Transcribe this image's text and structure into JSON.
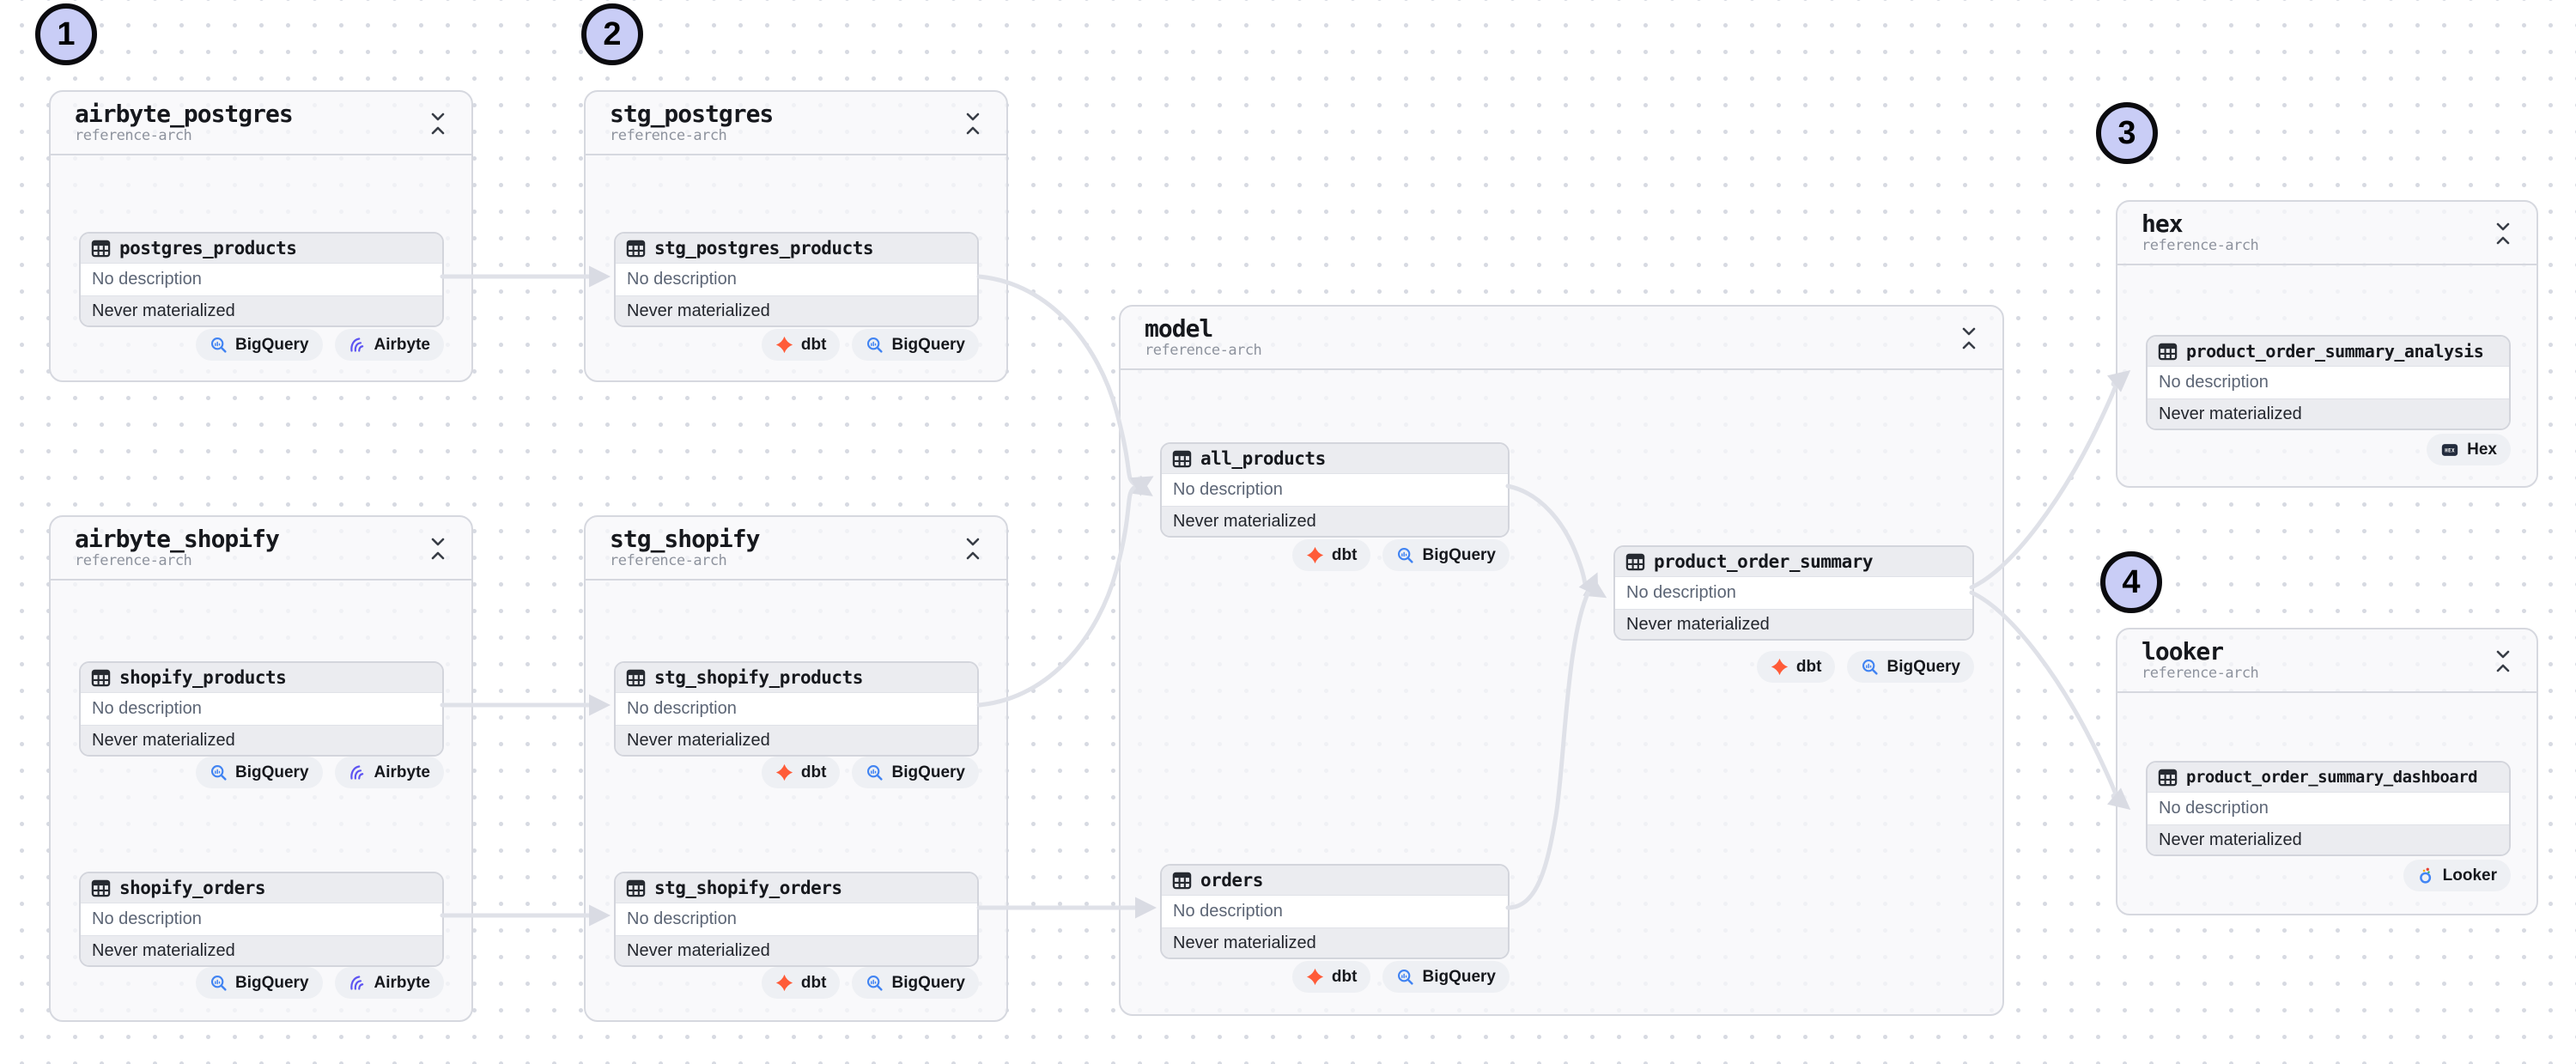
{
  "annotations": {
    "markers": [
      {
        "label": "1"
      },
      {
        "label": "2"
      },
      {
        "label": "3"
      },
      {
        "label": "4"
      }
    ]
  },
  "colors": {
    "marker_fill": "#c9cdf6",
    "edge": "#dfe1e8",
    "dbt_orange": "#ff5b38",
    "bigquery_blue": "#4083f2",
    "airbyte_purple": "#5d54f2",
    "hex_dark": "#232c3d",
    "looker_blue": "#4285f4"
  },
  "groups": [
    {
      "title": "airbyte_postgres",
      "subtitle": "reference-arch",
      "assets": [
        {
          "name": "postgres_products",
          "description": "No description",
          "status": "Never materialized",
          "badges": [
            {
              "label": "BigQuery"
            },
            {
              "label": "Airbyte"
            }
          ]
        }
      ]
    },
    {
      "title": "stg_postgres",
      "subtitle": "reference-arch",
      "assets": [
        {
          "name": "stg_postgres_products",
          "description": "No description",
          "status": "Never materialized",
          "badges": [
            {
              "label": "dbt"
            },
            {
              "label": "BigQuery"
            }
          ]
        }
      ]
    },
    {
      "title": "airbyte_shopify",
      "subtitle": "reference-arch",
      "assets": [
        {
          "name": "shopify_products",
          "description": "No description",
          "status": "Never materialized",
          "badges": [
            {
              "label": "BigQuery"
            },
            {
              "label": "Airbyte"
            }
          ]
        },
        {
          "name": "shopify_orders",
          "description": "No description",
          "status": "Never materialized",
          "badges": [
            {
              "label": "BigQuery"
            },
            {
              "label": "Airbyte"
            }
          ]
        }
      ]
    },
    {
      "title": "stg_shopify",
      "subtitle": "reference-arch",
      "assets": [
        {
          "name": "stg_shopify_products",
          "description": "No description",
          "status": "Never materialized",
          "badges": [
            {
              "label": "dbt"
            },
            {
              "label": "BigQuery"
            }
          ]
        },
        {
          "name": "stg_shopify_orders",
          "description": "No description",
          "status": "Never materialized",
          "badges": [
            {
              "label": "dbt"
            },
            {
              "label": "BigQuery"
            }
          ]
        }
      ]
    },
    {
      "title": "model",
      "subtitle": "reference-arch",
      "assets": [
        {
          "name": "all_products",
          "description": "No description",
          "status": "Never materialized",
          "badges": [
            {
              "label": "dbt"
            },
            {
              "label": "BigQuery"
            }
          ]
        },
        {
          "name": "product_order_summary",
          "description": "No description",
          "status": "Never materialized",
          "badges": [
            {
              "label": "dbt"
            },
            {
              "label": "BigQuery"
            }
          ]
        },
        {
          "name": "orders",
          "description": "No description",
          "status": "Never materialized",
          "badges": [
            {
              "label": "dbt"
            },
            {
              "label": "BigQuery"
            }
          ]
        }
      ]
    },
    {
      "title": "hex",
      "subtitle": "reference-arch",
      "assets": [
        {
          "name": "product_order_summary_analysis",
          "description": "No description",
          "status": "Never materialized",
          "badges": [
            {
              "label": "Hex"
            }
          ]
        }
      ]
    },
    {
      "title": "looker",
      "subtitle": "reference-arch",
      "assets": [
        {
          "name": "product_order_summary_dashboard",
          "description": "No description",
          "status": "Never materialized",
          "badges": [
            {
              "label": "Looker"
            }
          ]
        }
      ]
    }
  ]
}
